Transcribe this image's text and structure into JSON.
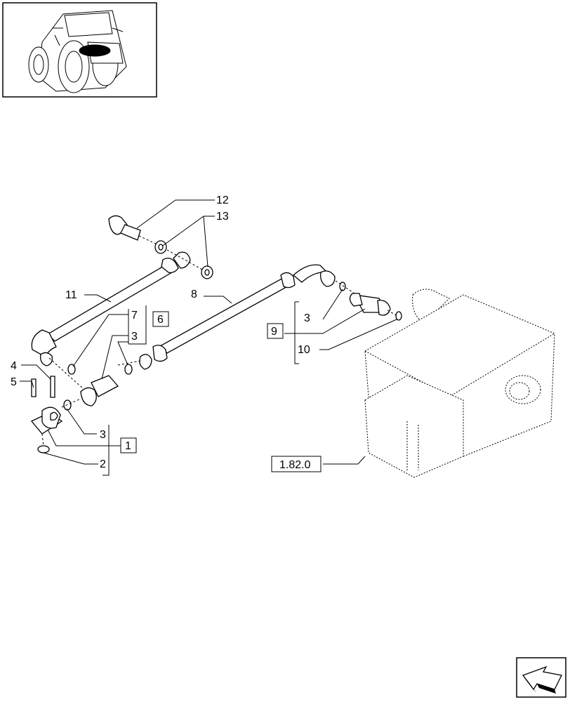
{
  "callouts": {
    "c1": "1",
    "c2": "2",
    "c3a": "3",
    "c3b": "3",
    "c3c": "3",
    "c4": "4",
    "c5": "5",
    "c6": "6",
    "c7": "7",
    "c8": "8",
    "c9": "9",
    "c10": "10",
    "c11": "11",
    "c12": "12",
    "c13": "13"
  },
  "reference_label": "1.82.0",
  "icons": {
    "thumbnail": "tractor-locator-thumbnail",
    "navigation": "next-page-arrow-icon"
  }
}
